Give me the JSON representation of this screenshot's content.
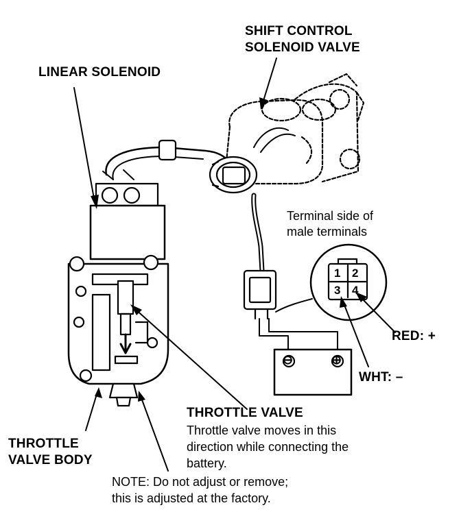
{
  "labels": {
    "shift_control_line1": "SHIFT CONTROL",
    "shift_control_line2": "SOLENOID VALVE",
    "linear_solenoid": "LINEAR SOLENOID",
    "terminal_side_line1": "Terminal side of",
    "terminal_side_line2": "male terminals",
    "red": "RED:  +",
    "wht": "WHT:  –",
    "throttle_valve_title": "THROTTLE VALVE",
    "throttle_valve_desc1": "Throttle valve moves in this",
    "throttle_valve_desc2": "direction while connecting the",
    "throttle_valve_desc3": "battery.",
    "throttle_body_line1": "THROTTLE",
    "throttle_body_line2": "VALVE BODY",
    "note_line1": "NOTE:  Do not adjust or remove;",
    "note_line2": "this is adjusted at the factory."
  },
  "connector_pins": [
    "1",
    "2",
    "3",
    "4"
  ],
  "battery": {
    "negative": "⊖",
    "positive": "⊕"
  }
}
